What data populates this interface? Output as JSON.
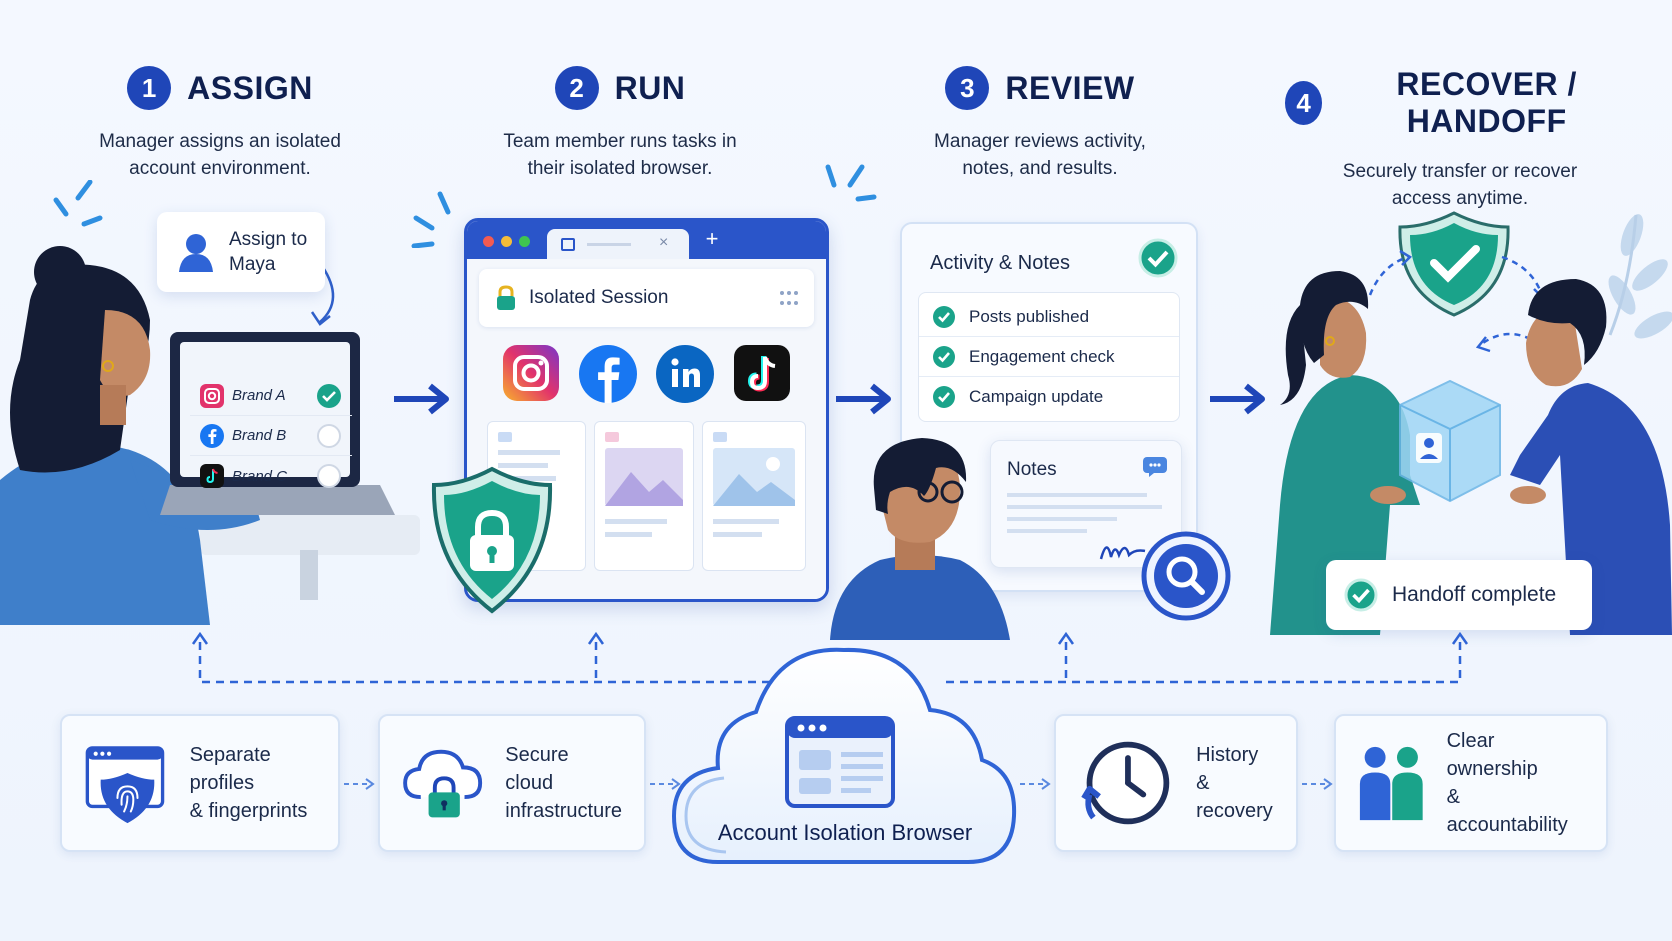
{
  "steps": [
    {
      "num": "1",
      "title": "ASSIGN",
      "desc": "Manager assigns an isolated\naccount environment."
    },
    {
      "num": "2",
      "title": "RUN",
      "desc": "Team member runs tasks in\ntheir isolated browser."
    },
    {
      "num": "3",
      "title": "REVIEW",
      "desc": "Manager reviews activity,\nnotes, and results."
    },
    {
      "num": "4",
      "title": "RECOVER / HANDOFF",
      "desc": "Securely transfer or recover\naccess anytime."
    }
  ],
  "assign_card": {
    "label": "Assign to\nMaya"
  },
  "laptop": {
    "brands": [
      {
        "name": "Brand A",
        "icon": "instagram-icon",
        "selected": true
      },
      {
        "name": "Brand B",
        "icon": "facebook-icon",
        "selected": false
      },
      {
        "name": "Brand C",
        "icon": "tiktok-icon",
        "selected": false
      }
    ]
  },
  "browser": {
    "session_title": "Isolated Session",
    "new_tab": "+",
    "close_tab": "×"
  },
  "review": {
    "title": "Activity & Notes",
    "items": [
      "Posts published",
      "Engagement check",
      "Campaign update"
    ],
    "notes_title": "Notes"
  },
  "handoff": {
    "label": "Handoff complete"
  },
  "center": {
    "label": "Account Isolation Browser"
  },
  "features": [
    {
      "label": "Separate profiles\n& fingerprints",
      "icon": "fingerprint-shield-icon"
    },
    {
      "label": "Secure cloud\ninfrastructure",
      "icon": "cloud-lock-icon"
    },
    {
      "label": "History &\nrecovery",
      "icon": "history-clock-icon"
    },
    {
      "label": "Clear ownership\n& accountability",
      "icon": "people-icon"
    }
  ],
  "colors": {
    "primary": "#1f46b8",
    "teal": "#1aa38a",
    "light_blue": "#d6e3f5"
  }
}
